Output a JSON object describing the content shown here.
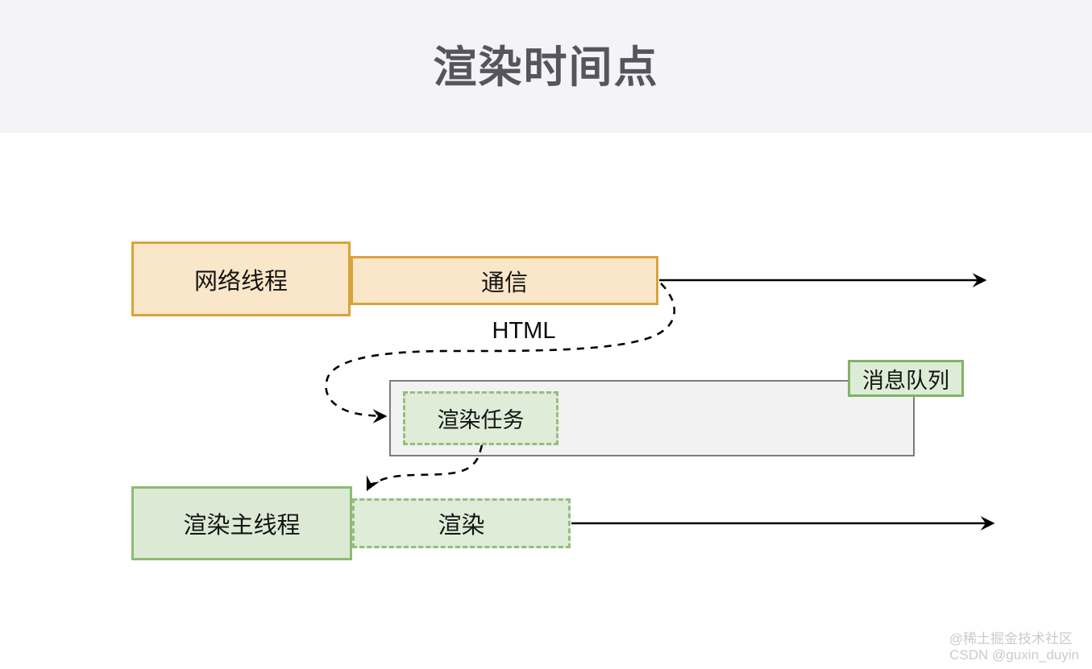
{
  "header": {
    "title": "渲染时间点"
  },
  "nodes": {
    "network_thread": {
      "label": "网络线程"
    },
    "communication": {
      "label": "通信"
    },
    "html_annotation": {
      "label": "HTML"
    },
    "message_queue_container": {
      "label": ""
    },
    "message_queue_tag": {
      "label": "消息队列"
    },
    "render_task": {
      "label": "渲染任务"
    },
    "render_main_thread": {
      "label": "渲染主线程"
    },
    "render": {
      "label": "渲染"
    }
  },
  "connectors": {
    "network_timeline_arrow": "solid arrow right of 通信",
    "render_timeline_arrow": "solid arrow right of 渲染",
    "html_to_render_task": "dashed curved arrow labeled HTML into 渲染任务",
    "render_task_to_render": "dashed curved arrow from 渲染任务 down to 渲染"
  },
  "colors": {
    "header_bg": "#F3F3F8",
    "title_color": "#55565C",
    "orange_fill": "#FAE6C8",
    "orange_border": "#D8A33B",
    "green_fill": "#DCEAD5",
    "green_border": "#8CBB72",
    "green_dashed_fill": "#DEECD8",
    "green_dashed_border": "#94BE7C",
    "queue_fill": "#F2F2F2",
    "queue_border": "#7C7C7C",
    "label_fill": "#DDECD6",
    "label_border": "#82B366",
    "arrow_color": "#000000",
    "watermark_color": "#CBCBCB"
  },
  "watermark": {
    "line1": "@稀土掘金技术社区",
    "line2": "CSDN @guxin_duyin"
  }
}
